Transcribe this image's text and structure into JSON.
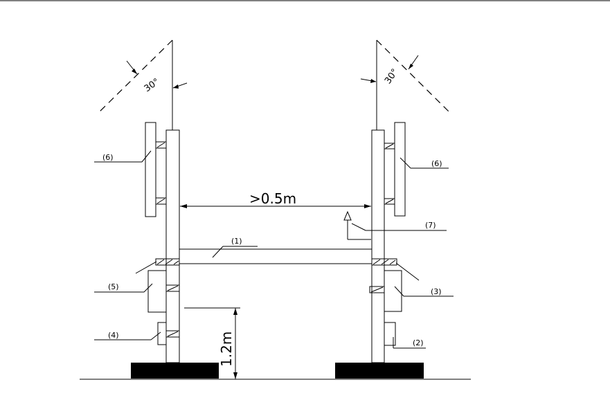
{
  "labels": {
    "item1": "(1)",
    "item2": "(2)",
    "item3": "(3)",
    "item4": "(4)",
    "item5": "(5)",
    "item6": "(6)",
    "item7": "(7)"
  },
  "dimensions": {
    "width": ">0.5m",
    "height": "1.2m",
    "angle": "30°"
  }
}
